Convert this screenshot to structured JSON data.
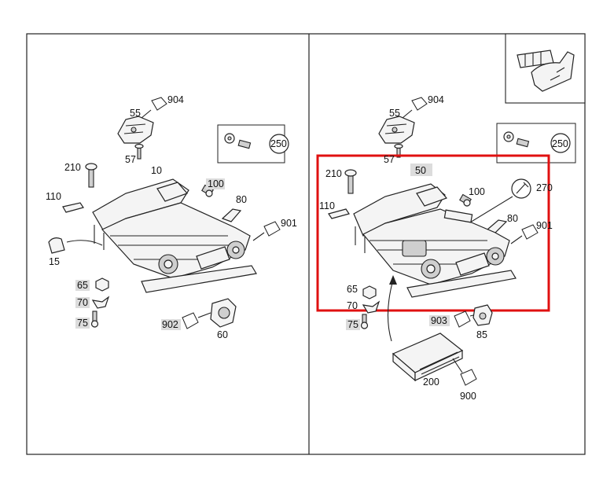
{
  "left_panel": {
    "labels": {
      "p55": "55",
      "p904": "904",
      "p57": "57",
      "p10": "10",
      "p210": "210",
      "p100": "100",
      "p80": "80",
      "p110": "110",
      "p901": "901",
      "p15": "15",
      "p65": "65",
      "p70": "70",
      "p75": "75",
      "p902": "902",
      "p60": "60",
      "p250": "250"
    }
  },
  "right_panel": {
    "labels": {
      "p55": "55",
      "p904": "904",
      "p57": "57",
      "p50": "50",
      "p210": "210",
      "p100": "100",
      "p270": "270",
      "p110": "110",
      "p80": "80",
      "p901": "901",
      "p65": "65",
      "p70": "70",
      "p75": "75",
      "p903": "903",
      "p85": "85",
      "p200": "200",
      "p900": "900",
      "p250": "250"
    }
  },
  "colors": {
    "highlight_box": "#e01010",
    "line": "#222222",
    "label_bg": "#dcdcdc"
  },
  "icons": [
    "seat-switch-icon",
    "wrench-icon",
    "arrow-icon"
  ]
}
